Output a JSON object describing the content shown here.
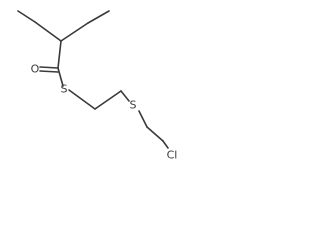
{
  "molecule": {
    "atoms": {
      "oxygen": "O",
      "thioester_sulfur": "S",
      "thioether_sulfur": "S",
      "chlorine": "Cl"
    }
  },
  "colors": {
    "bond": "#3a3a3a",
    "label": "#3a3a3a",
    "background": "#ffffff"
  }
}
